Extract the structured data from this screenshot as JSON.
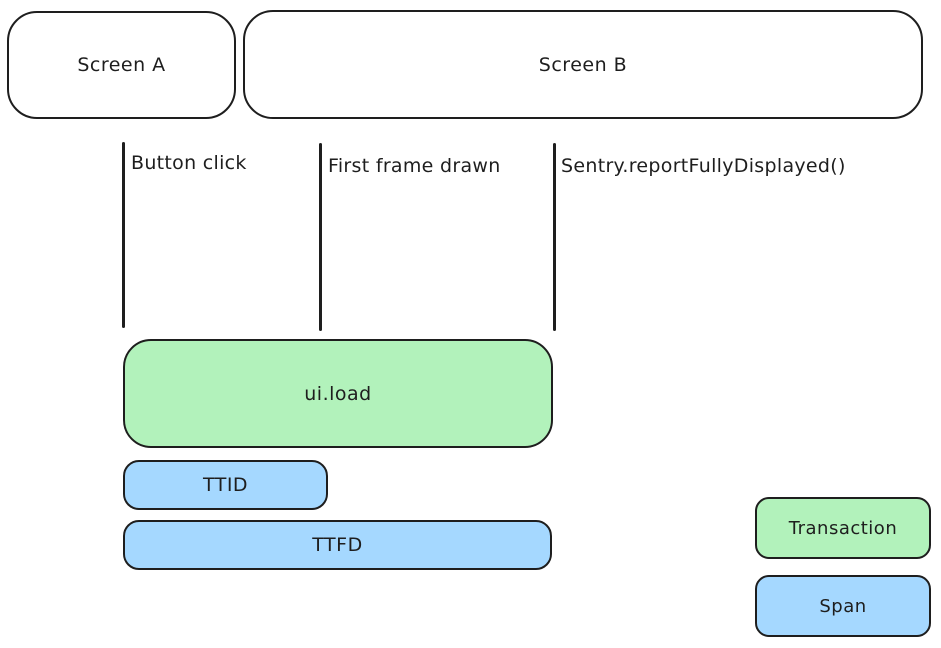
{
  "colors": {
    "stroke": "#1e1e1e",
    "green_fill": "#b2f2bb",
    "blue_fill": "#a5d8ff",
    "background": "#ffffff"
  },
  "screens": {
    "screen_a": "Screen A",
    "screen_b": "Screen B"
  },
  "markers": [
    {
      "label": "Button click"
    },
    {
      "label": "First frame drawn"
    },
    {
      "label": "Sentry.reportFullyDisplayed()"
    }
  ],
  "bars": {
    "transaction": "ui.load",
    "ttid": "TTID",
    "ttfd": "TTFD"
  },
  "legend": {
    "transaction": "Transaction",
    "span": "Span"
  }
}
